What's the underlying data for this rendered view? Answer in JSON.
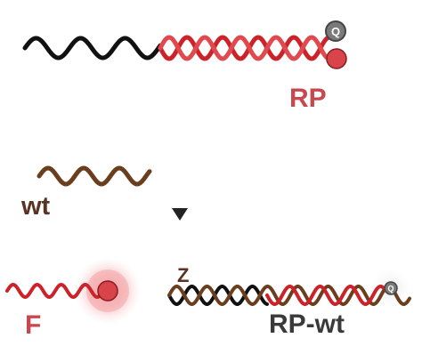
{
  "labels": {
    "rp": "RP",
    "wt": "wt",
    "f": "F",
    "rp_wt": "RP-wt",
    "z": "Z",
    "quencher": "Q"
  },
  "colors": {
    "template_strand": "#111111",
    "probe_strand": "#cc2229",
    "probe_strand_light": "#e04a4f",
    "wt_strand": "#6b3e1e",
    "fluorophore": "#d9434a",
    "fluorophore_glow": "#f4a6a8",
    "quencher": "#7a7a7a",
    "arrow": "#222222",
    "label_red": "#c7494f",
    "label_brown": "#5a3322",
    "label_dark": "#3a3a3a"
  }
}
